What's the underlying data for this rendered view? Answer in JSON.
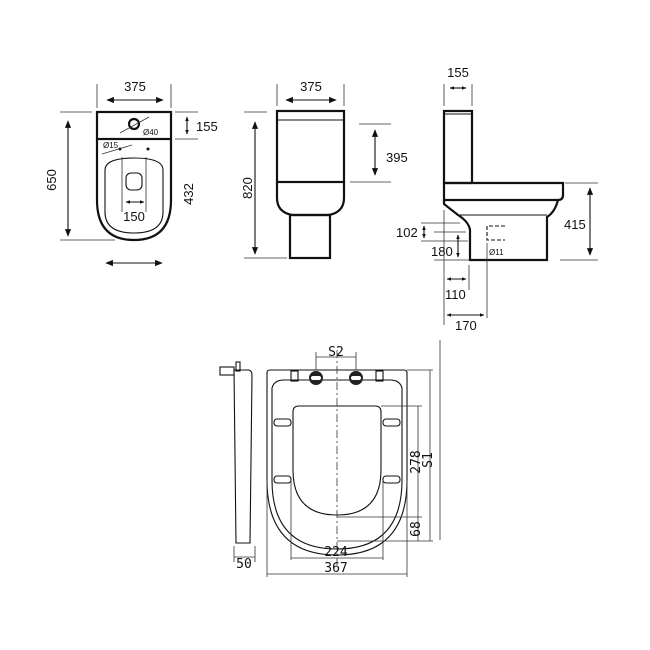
{
  "plan_view": {
    "width": "375",
    "tank_depth": "155",
    "total_depth": "650",
    "bowl_depth": "432",
    "fixing_centres": "150",
    "flush_hole": "Ø40",
    "fixing_hole": "Ø15"
  },
  "front_view": {
    "width": "375",
    "height": "820",
    "cistern_height": "395"
  },
  "side_view": {
    "cistern_depth": "155",
    "pan_height": "415",
    "inlet_height": "102",
    "outlet_height": "180",
    "outlet_offset": "110",
    "fixing_offset": "170",
    "fixing_hole": "Ø11"
  },
  "seat_view": {
    "hinge_centres": "S2",
    "inner_width": "224",
    "outer_width": "367",
    "inner_length": "278",
    "overall_length": "S1",
    "front_rim": "68",
    "thickness": "50"
  }
}
